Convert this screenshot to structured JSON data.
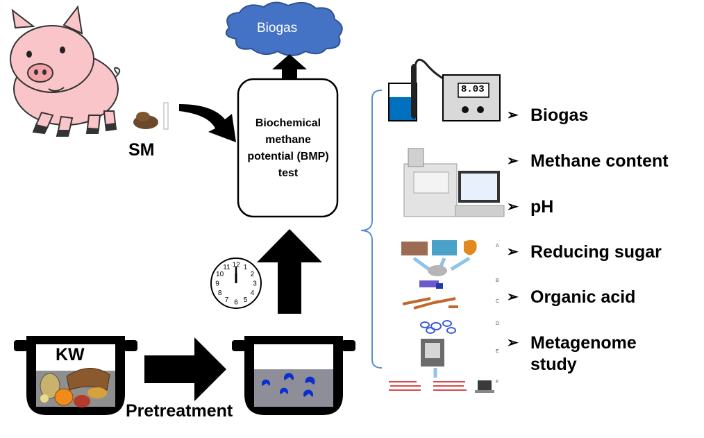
{
  "diagram": {
    "cloud_label": "Biogas",
    "bmp_box_label": "Biochemical methane potential (BMP) test",
    "sm_label": "SM",
    "kw_label": "KW",
    "pretreatment_label": "Pretreatment",
    "ph_meter_reading": "8.03",
    "clock_numbers": [
      "12",
      "1",
      "2",
      "3",
      "4",
      "5",
      "6",
      "7",
      "8",
      "9",
      "10",
      "11"
    ],
    "metagenome_steps": [
      "A",
      "B",
      "C",
      "D",
      "E",
      "F"
    ],
    "bullet_marker": "➢",
    "analyses": [
      {
        "label": "Biogas"
      },
      {
        "label": "Methane content"
      },
      {
        "label": "pH"
      },
      {
        "label": "Reducing sugar"
      },
      {
        "label": "Organic acid"
      },
      {
        "label": "Metagenome study"
      }
    ],
    "colors": {
      "cloud_fill": "#4472c4",
      "pig_pink": "#f9c5c8",
      "liquid_blue": "#0070c0",
      "pot_water": "#8e8e98",
      "brace_blue": "#5b8fcb",
      "meter_grey": "#d9d9d9"
    }
  }
}
